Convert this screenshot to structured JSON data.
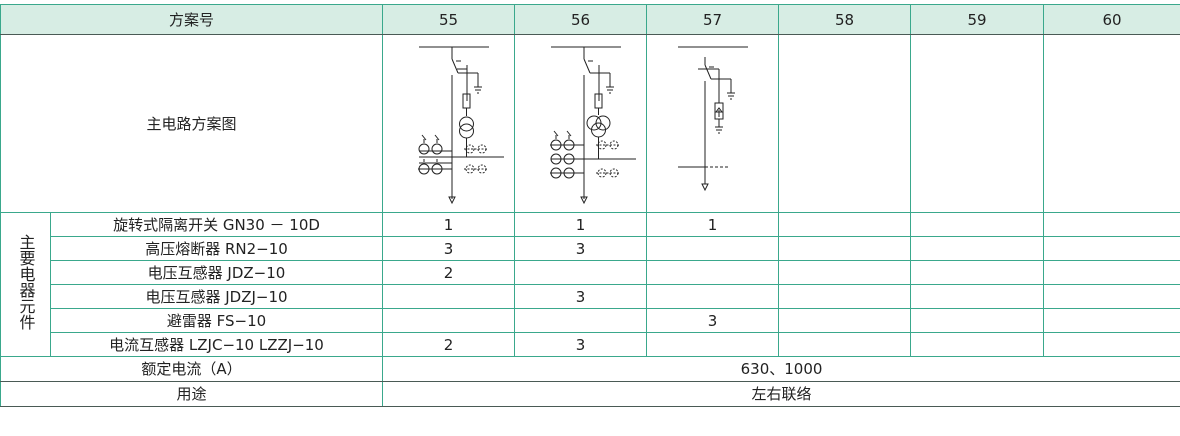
{
  "header": {
    "label": "方案号",
    "schemes": [
      "55",
      "56",
      "57",
      "58",
      "59",
      "60"
    ]
  },
  "diagram_row": {
    "label": "主电路方案图"
  },
  "group_label": "主要电器元件",
  "components": [
    {
      "name": "旋转式隔离开关 GN30 － 10D",
      "values": [
        "1",
        "1",
        "1",
        "",
        "",
        ""
      ]
    },
    {
      "name": "高压熔断器 RN2−10",
      "values": [
        "3",
        "3",
        "",
        "",
        "",
        ""
      ]
    },
    {
      "name": "电压互感器 JDZ−10",
      "values": [
        "2",
        "",
        "",
        "",
        "",
        ""
      ]
    },
    {
      "name": "电压互感器 JDZJ−10",
      "values": [
        "",
        "3",
        "",
        "",
        "",
        ""
      ]
    },
    {
      "name": "避雷器 FS−10",
      "values": [
        "",
        "",
        "3",
        "",
        "",
        ""
      ]
    },
    {
      "name": "电流互感器 LZJC−10 LZZJ−10",
      "values": [
        "2",
        "3",
        "",
        "",
        "",
        ""
      ]
    }
  ],
  "rated_current": {
    "label": "额定电流（A）",
    "value": "630、1000"
  },
  "usage": {
    "label": "用途",
    "value": "左右联络"
  }
}
